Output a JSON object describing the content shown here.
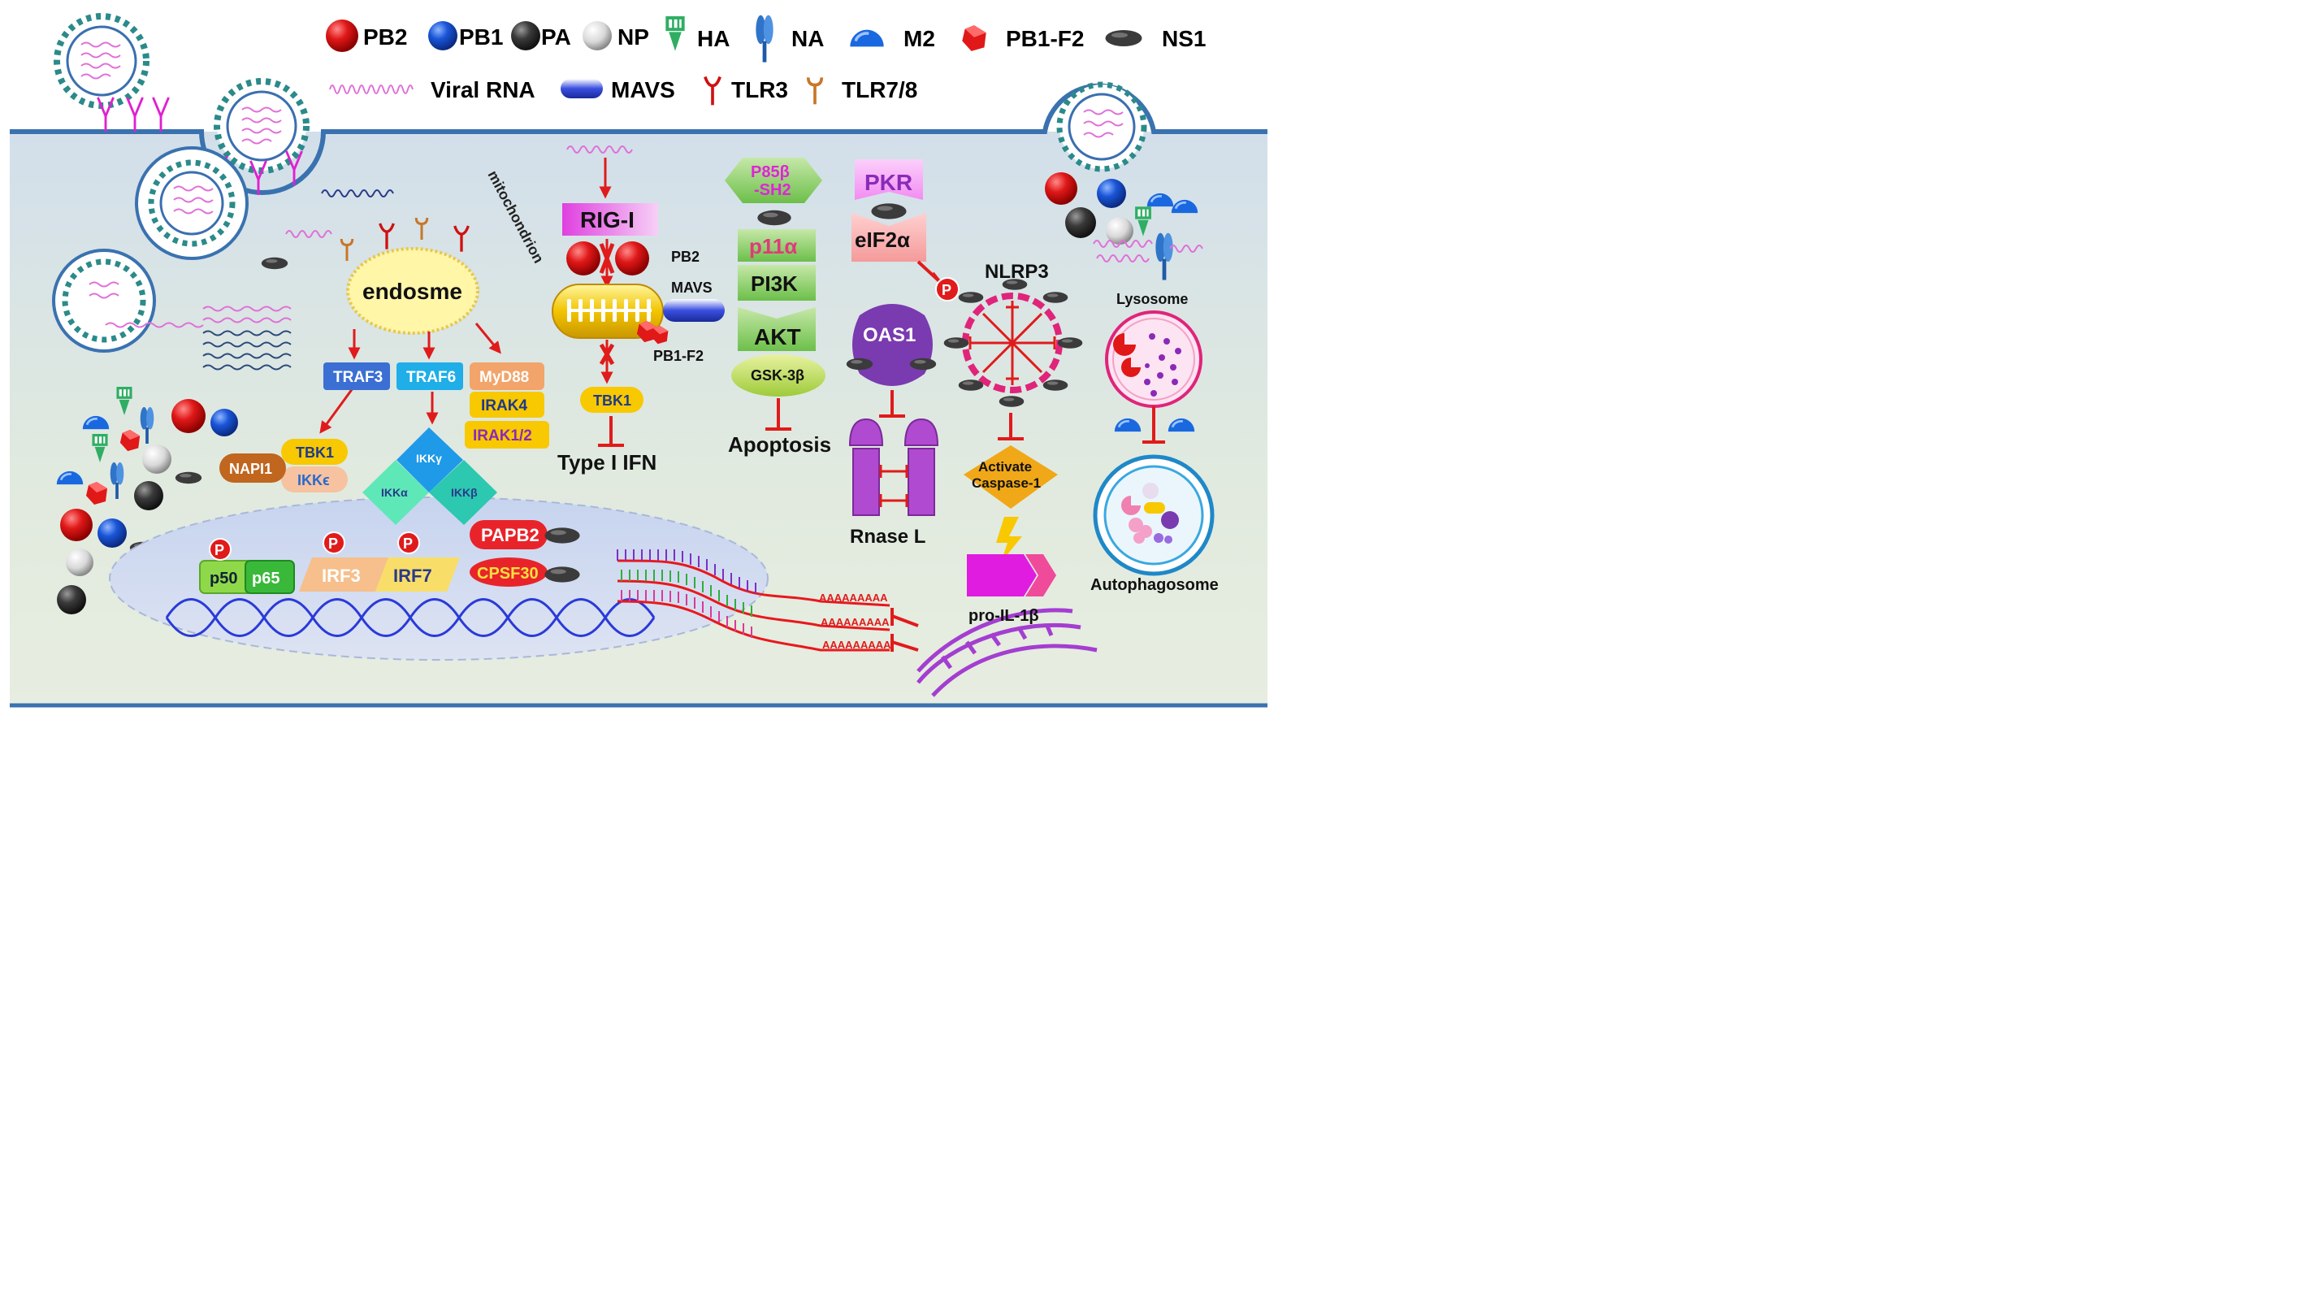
{
  "legend": {
    "row1": [
      "PB2",
      "PB1",
      "PA",
      "NP",
      "HA",
      "NA",
      "M2",
      "PB1-F2",
      "NS1"
    ],
    "row2": [
      "Viral RNA",
      "MAVS",
      "TLR3",
      "TLR7/8"
    ]
  },
  "endosome": {
    "label": "endosme",
    "traf3": "TRAF3",
    "traf6": "TRAF6",
    "myd88": "MyD88",
    "irak4": "IRAK4",
    "irak12": "IRAK1/2",
    "napi1": "NAPI1",
    "tbk1": "TBK1",
    "ikke": "IKKϵ",
    "ikkg": "IKKγ",
    "ikka": "IKKα",
    "ikkb": "IKKβ"
  },
  "rig": {
    "mitochondrion": "mitochondrion",
    "rigi": "RIG-I",
    "pb2": "PB2",
    "mavs": "MAVS",
    "pb1f2": "PB1-F2",
    "tbk1": "TBK1",
    "output": "Type I IFN"
  },
  "pi3k": {
    "p85_line1": "P85β",
    "p85_line2": "-SH2",
    "p110": "p11α",
    "pi3k": "PI3K",
    "akt": "AKT",
    "gsk": "GSK-3β",
    "output": "Apoptosis"
  },
  "pkr": {
    "pkr": "PKR",
    "eif2a": "eIF2α",
    "phospho": "P",
    "oas1": "OAS1",
    "rnase": "Rnase L"
  },
  "nlrp3": {
    "label": "NLRP3",
    "caspase_line1": "Activate",
    "caspase_line2": "Caspase-1",
    "il1b": "pro-IL-1β"
  },
  "lysosome": {
    "lysosome": "Lysosome",
    "autophagosome": "Autophagosome"
  },
  "nucleus": {
    "p50": "p50",
    "p65": "p65",
    "irf3": "IRF3",
    "irf7": "IRF7",
    "papb2": "PAPB2",
    "cpsf30": "CPSF30",
    "phospho": "P",
    "polya": "AAAAAAAAA"
  },
  "colors": {
    "pb2": "#e01818",
    "pb1": "#1a55d8",
    "pa": "#3a3a3a",
    "np": "#d8d8d8",
    "ha": "#2fae63",
    "na": "#2f74c8",
    "ns1": "#3b3b3b",
    "membrane": "#3a72b0",
    "arrow": "#e01b1b",
    "cytoplasm": "#dbe6ef"
  }
}
